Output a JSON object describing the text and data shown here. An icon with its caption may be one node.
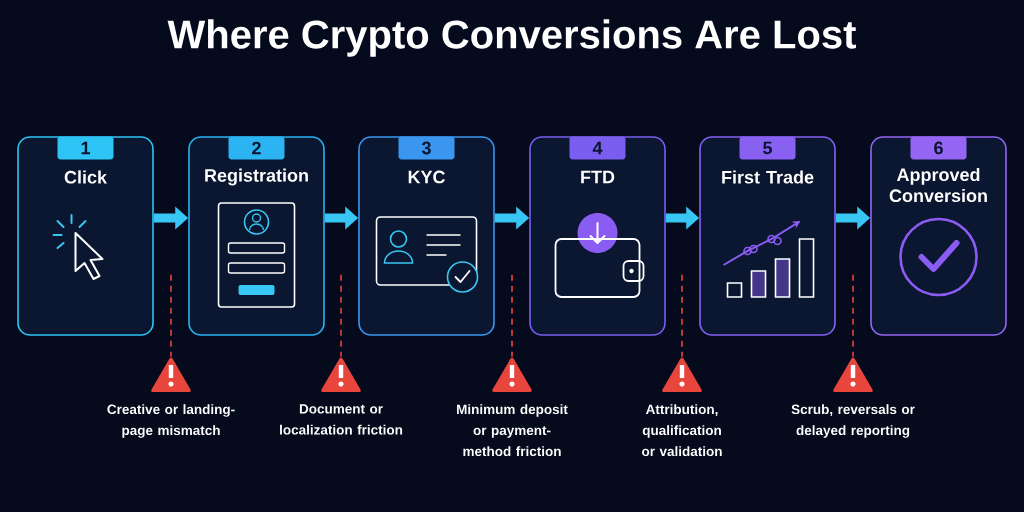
{
  "diagram": {
    "title": "Where Crypto Conversions Are Lost",
    "nodes": [
      {
        "text": [
          "1",
          "Click"
        ]
      },
      {
        "text": [
          "2",
          "Registration"
        ]
      },
      {
        "text": [
          "3",
          "KYC"
        ]
      },
      {
        "text": [
          "4",
          "FTD"
        ]
      },
      {
        "text": [
          "5",
          "First Trade"
        ]
      },
      {
        "text": [
          "6",
          "Approved Conversion"
        ]
      },
      {
        "text": [],
        "shape": "triangle",
        "beside": [
          "Creative or landing-page mismatch"
        ]
      },
      {
        "text": [],
        "shape": "triangle",
        "beside": [
          "Document or localization friction"
        ]
      },
      {
        "text": [],
        "shape": "triangle",
        "beside": [
          "Minimum deposit or payment-method friction"
        ]
      },
      {
        "text": [],
        "shape": "triangle",
        "beside": [
          "Attribution, qualification or validation"
        ]
      },
      {
        "text": [],
        "shape": "triangle",
        "beside": [
          "Scrub, reversals or delayed reporting"
        ]
      }
    ],
    "edges": [
      {
        "from": 0,
        "to": 1,
        "arrow": "to",
        "style": "thick"
      },
      {
        "from": 1,
        "to": 2,
        "arrow": "to",
        "style": "thick"
      },
      {
        "from": 2,
        "to": 3,
        "arrow": "to",
        "style": "thick"
      },
      {
        "from": 3,
        "to": 4,
        "arrow": "to",
        "style": "thick"
      },
      {
        "from": 4,
        "to": 5,
        "arrow": "to",
        "style": "thick"
      },
      {
        "from": null,
        "to": 6,
        "arrow": "none",
        "style": "dashed",
        "color": "#e8453c"
      },
      {
        "from": null,
        "to": 7,
        "arrow": "none",
        "style": "dashed",
        "color": "#e8453c"
      },
      {
        "from": null,
        "to": 8,
        "arrow": "none",
        "style": "dashed",
        "color": "#e8453c"
      },
      {
        "from": null,
        "to": 9,
        "arrow": "none",
        "style": "dashed",
        "color": "#e8453c"
      },
      {
        "from": null,
        "to": 10,
        "arrow": "none",
        "style": "dashed",
        "color": "#e8453c"
      }
    ]
  }
}
